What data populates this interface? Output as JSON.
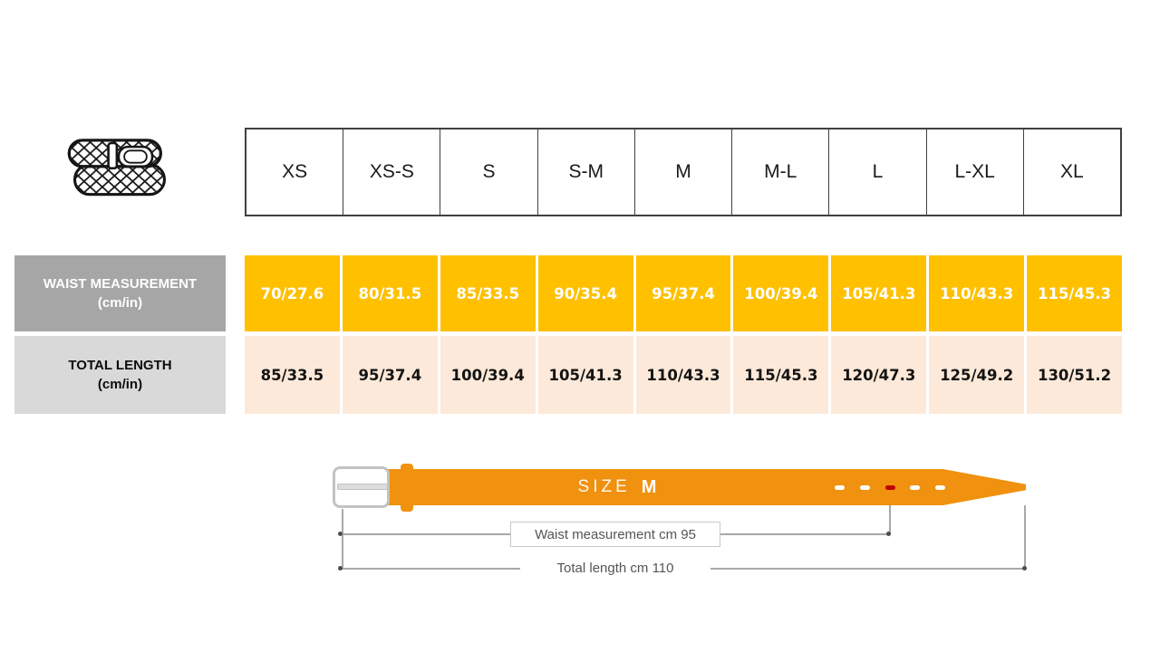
{
  "size_table": {
    "sizes": [
      "XS",
      "XS-S",
      "S",
      "S-M",
      "M",
      "M-L",
      "L",
      "L-XL",
      "XL"
    ],
    "rows": [
      {
        "label": "WAIST MEASUREMENT",
        "label_unit": "(cm/in)",
        "values": [
          "70/27.6",
          "80/31.5",
          "85/33.5",
          "90/35.4",
          "95/37.4",
          "100/39.4",
          "105/41.3",
          "110/43.3",
          "115/45.3"
        ]
      },
      {
        "label": "TOTAL LENGTH",
        "label_unit": "(cm/in)",
        "values": [
          "85/33.5",
          "95/37.4",
          "100/39.4",
          "105/41.3",
          "110/43.3",
          "115/45.3",
          "120/47.3",
          "125/49.2",
          "130/51.2"
        ]
      }
    ]
  },
  "diagram": {
    "size_word": "SIZE",
    "size_value": "M",
    "waist_annotation": "Waist measurement cm 95",
    "length_annotation": "Total length cm 110"
  },
  "colors": {
    "waist_cell_bg": "#FFC000",
    "waist_cell_text": "#FFFFFF",
    "length_cell_bg": "#FDE9D9",
    "length_cell_text": "#141414",
    "waist_label_bg": "#A6A6A6",
    "length_label_bg": "#D9D9D9",
    "header_border": "#404040",
    "belt_orange": "#F0910F",
    "hole_red": "#C00000",
    "measure_line": "#A8A8A8",
    "annotation_text": "#555555"
  },
  "chart_data": {
    "type": "table",
    "title": "Belt size chart",
    "columns": [
      "XS",
      "XS-S",
      "S",
      "S-M",
      "M",
      "M-L",
      "L",
      "L-XL",
      "XL"
    ],
    "rows": [
      {
        "label": "WAIST MEASUREMENT (cm/in)",
        "values": [
          "70/27.6",
          "80/31.5",
          "85/33.5",
          "90/35.4",
          "95/37.4",
          "100/39.4",
          "105/41.3",
          "110/43.3",
          "115/45.3"
        ]
      },
      {
        "label": "TOTAL LENGTH (cm/in)",
        "values": [
          "85/33.5",
          "95/37.4",
          "100/39.4",
          "105/41.3",
          "110/43.3",
          "115/45.3",
          "120/47.3",
          "125/49.2",
          "130/51.2"
        ]
      }
    ],
    "example": {
      "size": "M",
      "waist_cm": 95,
      "total_length_cm": 110
    }
  }
}
